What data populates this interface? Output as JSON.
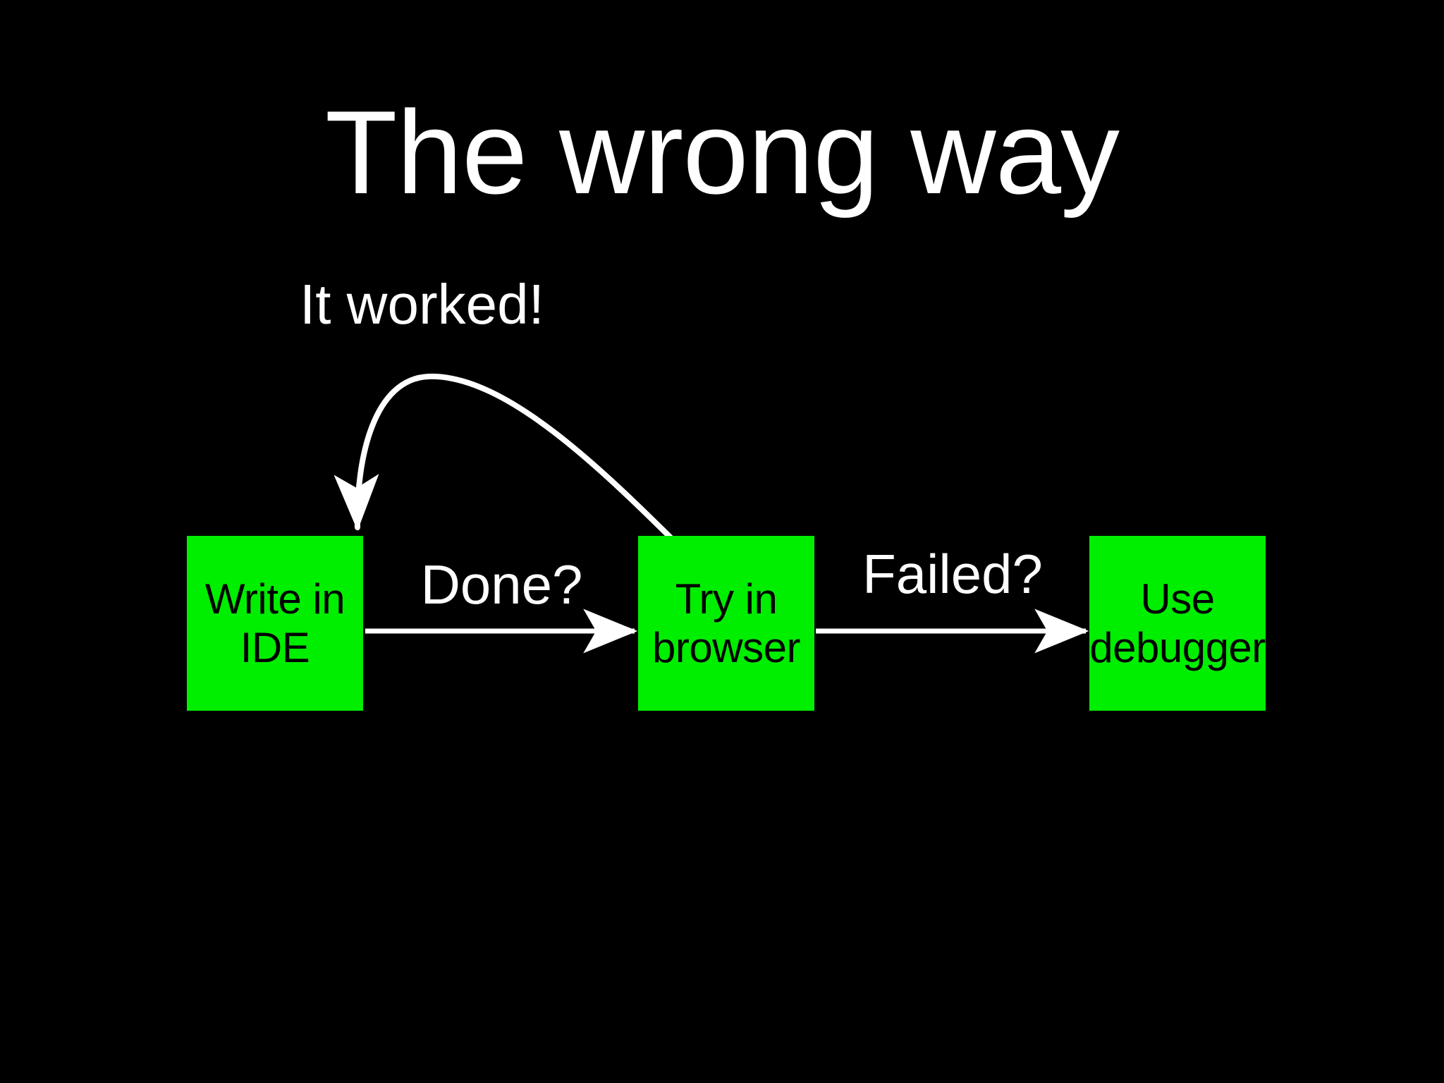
{
  "slide": {
    "background_color": "#000000",
    "title": "The wrong way",
    "title_color": "#ffffff",
    "annotation": "It worked!",
    "annotation_color": "#ffffff"
  },
  "diagram": {
    "type": "flowchart",
    "node_fill_color": "#00EE00",
    "node_text_color": "#000000",
    "connector_color": "#ffffff",
    "nodes": [
      {
        "id": "write-in-ide",
        "label": "Write in IDE",
        "line1": "Write in",
        "line2": "IDE"
      },
      {
        "id": "try-in-browser",
        "label": "Try in browser",
        "line1": "Try in",
        "line2": "browser"
      },
      {
        "id": "use-debugger",
        "label": "Use debugger",
        "line1": "Use",
        "line2": "debugger"
      }
    ],
    "edges": [
      {
        "id": "done",
        "label": "Done?",
        "from": "write-in-ide",
        "to": "try-in-browser",
        "style": "straight"
      },
      {
        "id": "failed",
        "label": "Failed?",
        "from": "try-in-browser",
        "to": "use-debugger",
        "style": "straight"
      },
      {
        "id": "it-worked",
        "label": "It worked!",
        "from": "try-in-browser",
        "to": "write-in-ide",
        "style": "curved-loopback"
      }
    ]
  }
}
